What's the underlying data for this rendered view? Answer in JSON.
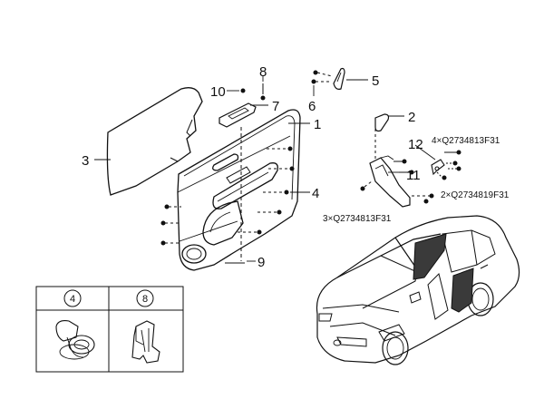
{
  "diagram": {
    "callouts": {
      "c1": "1",
      "c2": "2",
      "c3": "3",
      "c4": "4",
      "c5": "5",
      "c6": "6",
      "c7": "7",
      "c8": "8",
      "c9": "9",
      "c10": "10",
      "c11": "11",
      "c12": "12"
    },
    "fastener_notes": {
      "top_right": "4×Q2734813F31",
      "mid_right": "2×Q2734819F31",
      "bottom_left": "3×Q2734813F31"
    },
    "legend": {
      "clip_a": "4",
      "clip_b": "8"
    }
  }
}
